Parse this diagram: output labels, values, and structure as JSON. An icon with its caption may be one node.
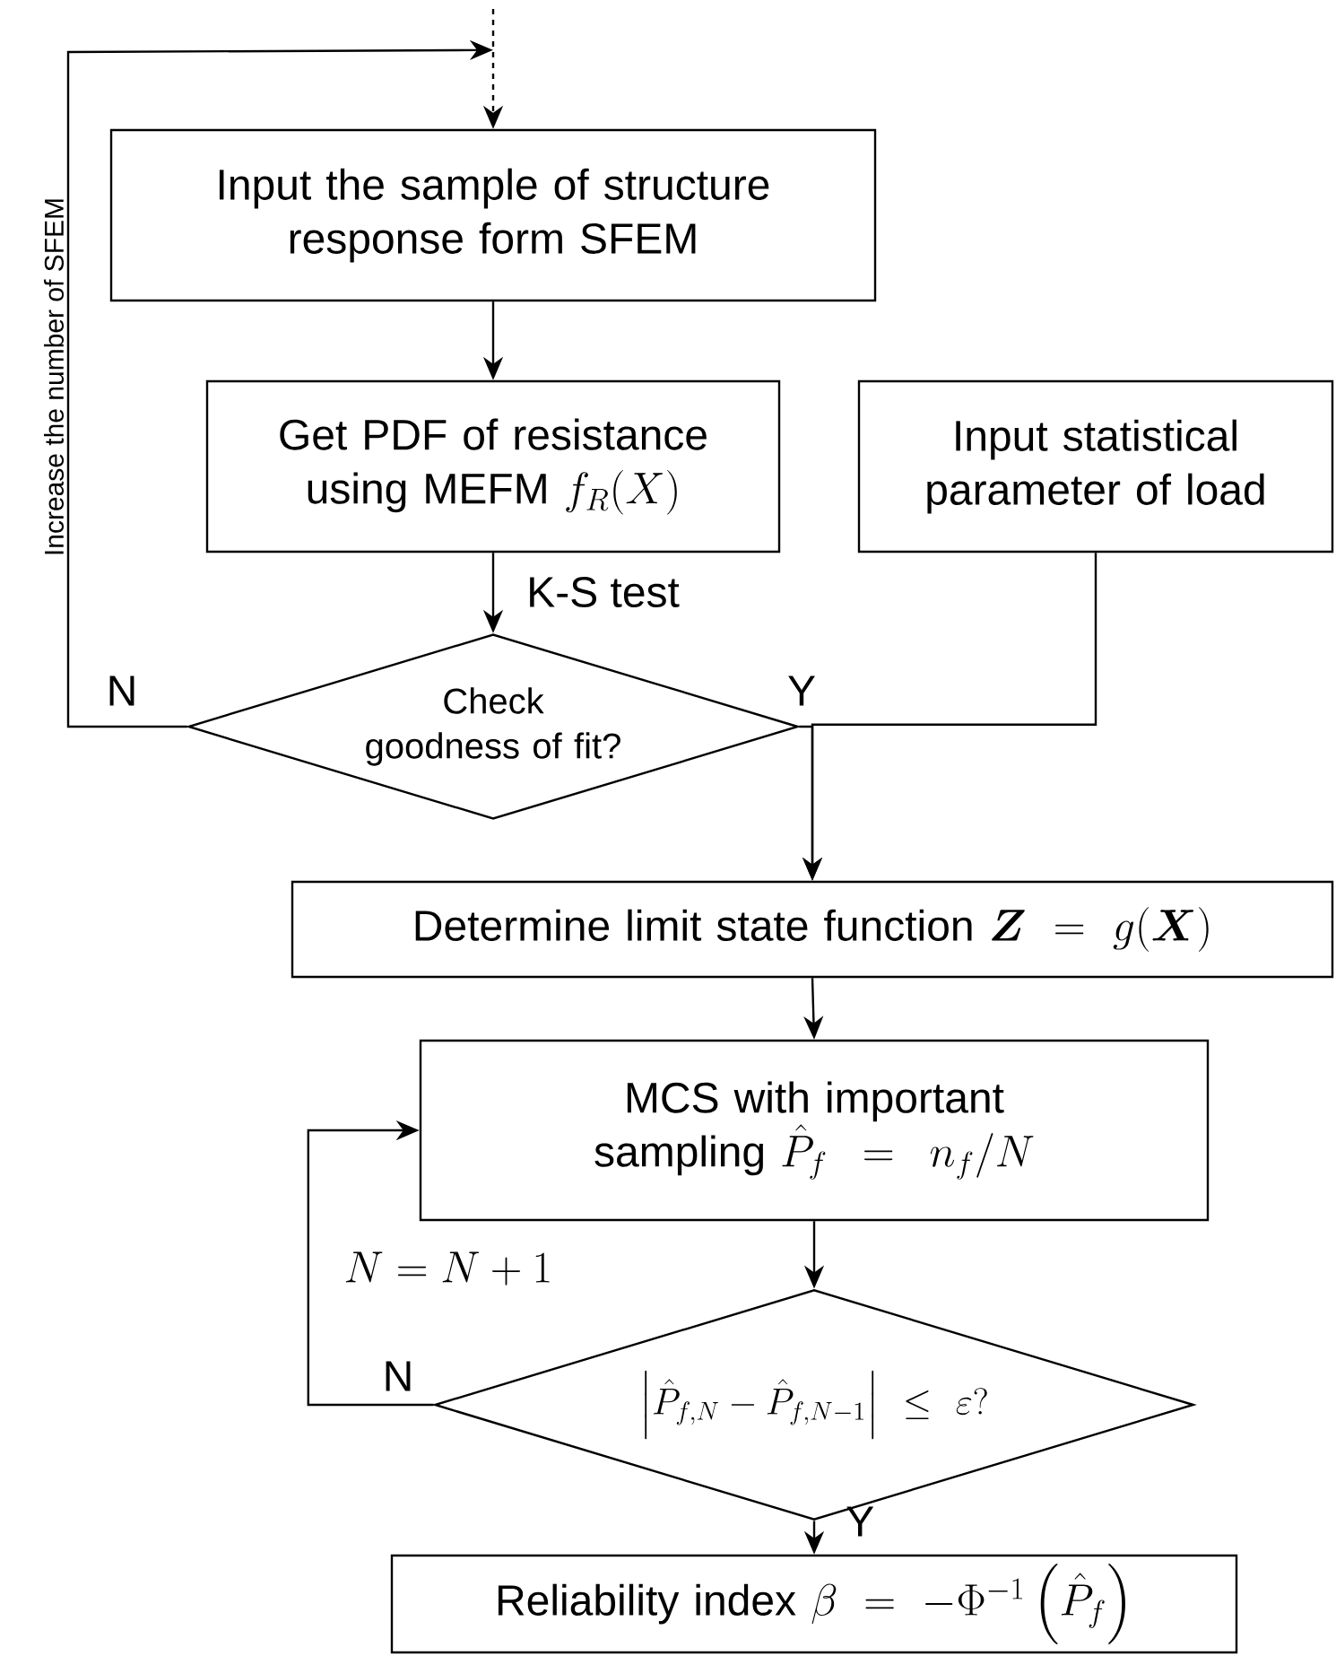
{
  "diagram": {
    "nodes": [
      {
        "text": [
          "Input the sample of structure response form SFEM"
        ]
      },
      {
        "text": [
          "Get PDF of resistance using MEFM",
          "f_R(X)"
        ]
      },
      {
        "text": [
          "Input statistical parameter of load"
        ]
      },
      {
        "text": [
          "Check goodness of fit?"
        ]
      },
      {
        "text": [
          "Determine limit state function",
          "\\boldsymbol{Z} = g(\\boldsymbol{X})"
        ]
      },
      {
        "text": [
          "MCS with important sampling",
          "\\hat{P}_f = n_f/N"
        ]
      },
      {
        "text": [
          "\\left|\\hat{P}_{f,N} - \\hat{P}_{f,N-1}\\right| \\le \\varepsilon ?"
        ]
      },
      {
        "text": [
          "Reliability index",
          "\\beta = -\\Phi^{-1}\\left(\\hat{P}_f\\right)"
        ]
      }
    ],
    "edges": [
      {
        "from": null,
        "to": 0,
        "arrow": "to",
        "style": "dashed"
      },
      {
        "from": 0,
        "to": 1,
        "arrow": "to"
      },
      {
        "from": 1,
        "to": 3,
        "arrow": "to",
        "label": "K-S test"
      },
      {
        "from": 3,
        "to": 0,
        "arrow": "to",
        "label": "N"
      },
      {
        "from": 3,
        "to": 4,
        "arrow": "to",
        "label": "Y"
      },
      {
        "from": 2,
        "to": 4,
        "arrow": "to"
      },
      {
        "from": 4,
        "to": 5,
        "arrow": "to"
      },
      {
        "from": 5,
        "to": 6,
        "arrow": "to"
      },
      {
        "from": 6,
        "to": 5,
        "arrow": "to",
        "label": "N"
      },
      {
        "from": 6,
        "to": 7,
        "arrow": "to",
        "label": "Y"
      }
    ],
    "labels": [
      "Increase the number of SFEM",
      "N = N + 1"
    ]
  }
}
